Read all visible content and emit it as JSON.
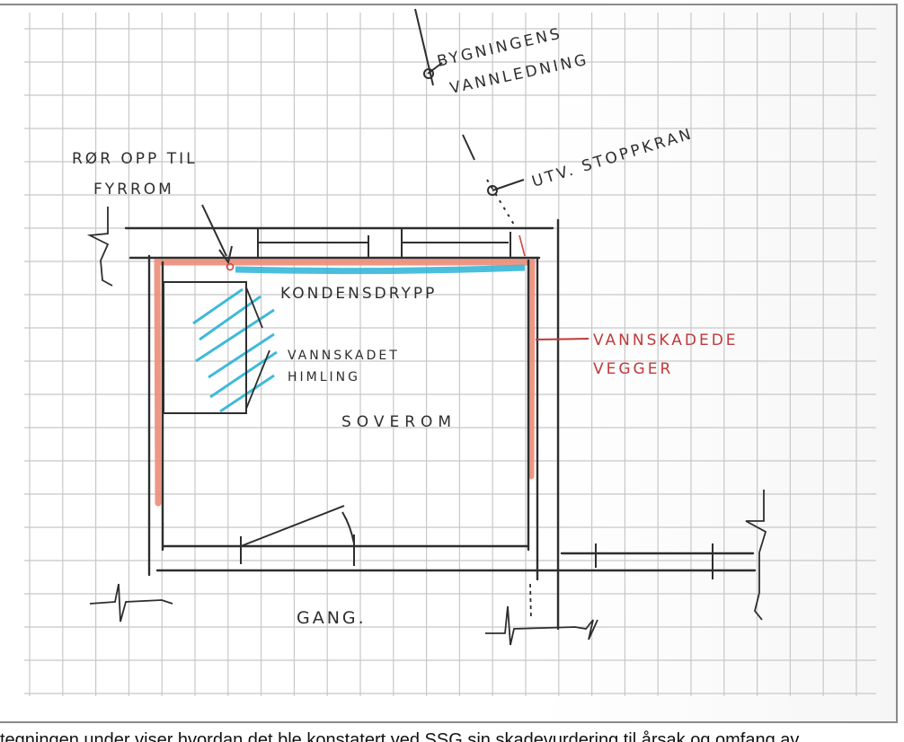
{
  "sketch": {
    "labels": {
      "pipe_up": "RØR OPP TIL",
      "boiler_room": "FYRROM",
      "building_water_1": "BYGNINGENS",
      "building_water_2": "VANNLEDNING",
      "stopcock": "UTV. STOPPKRAN",
      "condensation": "KONDENSDRYPP",
      "damaged_ceiling_1": "VANNSKADET",
      "damaged_ceiling_2": "HIMLING",
      "bedroom": "SOVEROM",
      "damaged_walls_1": "VANNSKADEDE",
      "damaged_walls_2": "VEGGER",
      "hallway": "GANG."
    },
    "colors": {
      "ink": "#2e2e2e",
      "damage_red": "#e8735f",
      "label_red": "#c0393b",
      "water_blue": "#2bb3d6",
      "grid": "#c4c4c4"
    }
  },
  "caption": "tegningen under viser hvordan det ble konstatert ved SSG sin skadevurdering til årsak og omfang av"
}
